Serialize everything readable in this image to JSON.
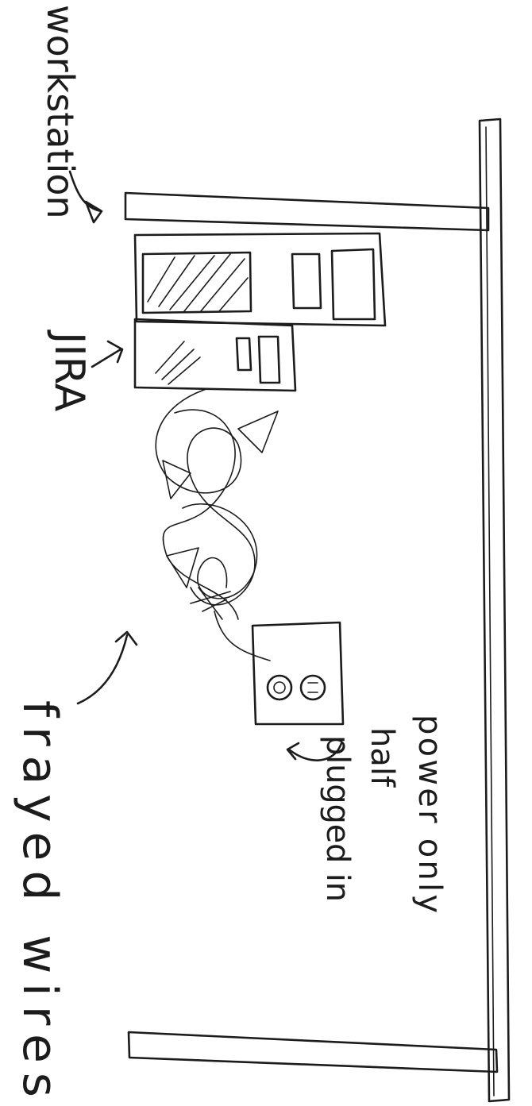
{
  "labels": {
    "workstation": "workstation",
    "jira": "JIRA",
    "frayed_wires": "frayed wires",
    "power_line1": "power only",
    "power_line2": "half",
    "power_line3": "plugged in"
  },
  "ink_color": "#1c1c1c",
  "background_color": "#ffffff"
}
